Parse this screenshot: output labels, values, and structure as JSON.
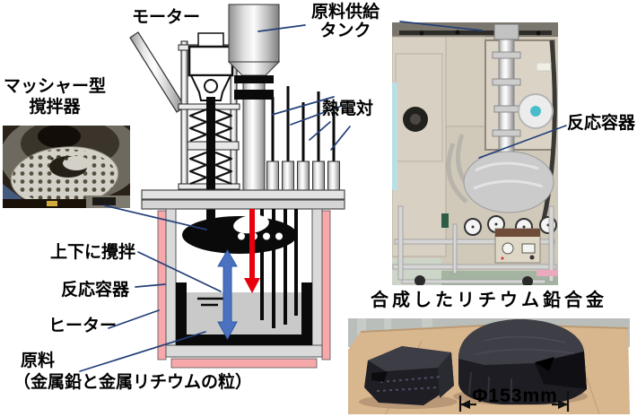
{
  "figure": {
    "schematic_labels": {
      "motor": "モーター",
      "supply_tank": "原料供給\nタンク",
      "masher_stirrer": "マッシャー型\n撹拌器",
      "thermocouple": "熱電対",
      "stir_up_down": "上下に攪拌",
      "reaction_vessel": "反応容器",
      "heater": "ヒーター",
      "raw_material": "原料",
      "raw_material_detail": "（金属鉛と金属リチウムの粒）"
    },
    "photo_labels": {
      "reaction_vessel": "反応容器"
    },
    "alloy_photo": {
      "title": "合成したリチウム鉛合金",
      "diameter": "Φ153mm"
    },
    "colors": {
      "leader_line": "#234078",
      "heater_pink": "#f7a8ab",
      "feed_arrow_red": "#e8000d",
      "stir_arrow_blue": "#4a72c0"
    }
  }
}
